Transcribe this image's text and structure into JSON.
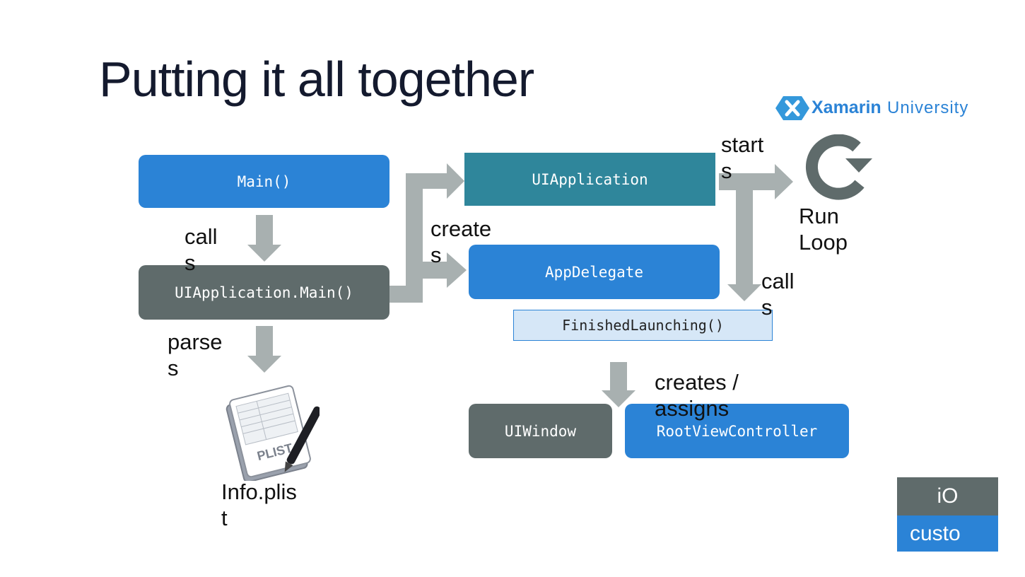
{
  "title": "Putting it all together",
  "logo": {
    "brand": "Xamarin",
    "suffix": "University"
  },
  "nodes": {
    "main": "Main()",
    "uiapp_main": "UIApplication.Main()",
    "uiapplication": "UIApplication",
    "appdelegate": "AppDelegate",
    "finished_launching": "FinishedLaunching()",
    "uiwindow": "UIWindow",
    "root_vc": "RootViewController"
  },
  "edge_labels": {
    "calls_1": "call s",
    "parses": "parse s",
    "creates": "create s",
    "starts": "start s",
    "calls_2": "call s",
    "creates_assigns": "creates / assigns"
  },
  "plist": {
    "icon_text": "PLIST",
    "caption": "Info.plis t"
  },
  "run_loop": {
    "caption": "Run Loop"
  },
  "badge": {
    "top": "iO",
    "bottom": "custo"
  },
  "colors": {
    "blue": "#2b83d6",
    "gray": "#5f6b6b",
    "teal": "#2f869b",
    "arrow": "#a8b0b0",
    "light_blue": "#d6e7f7"
  }
}
